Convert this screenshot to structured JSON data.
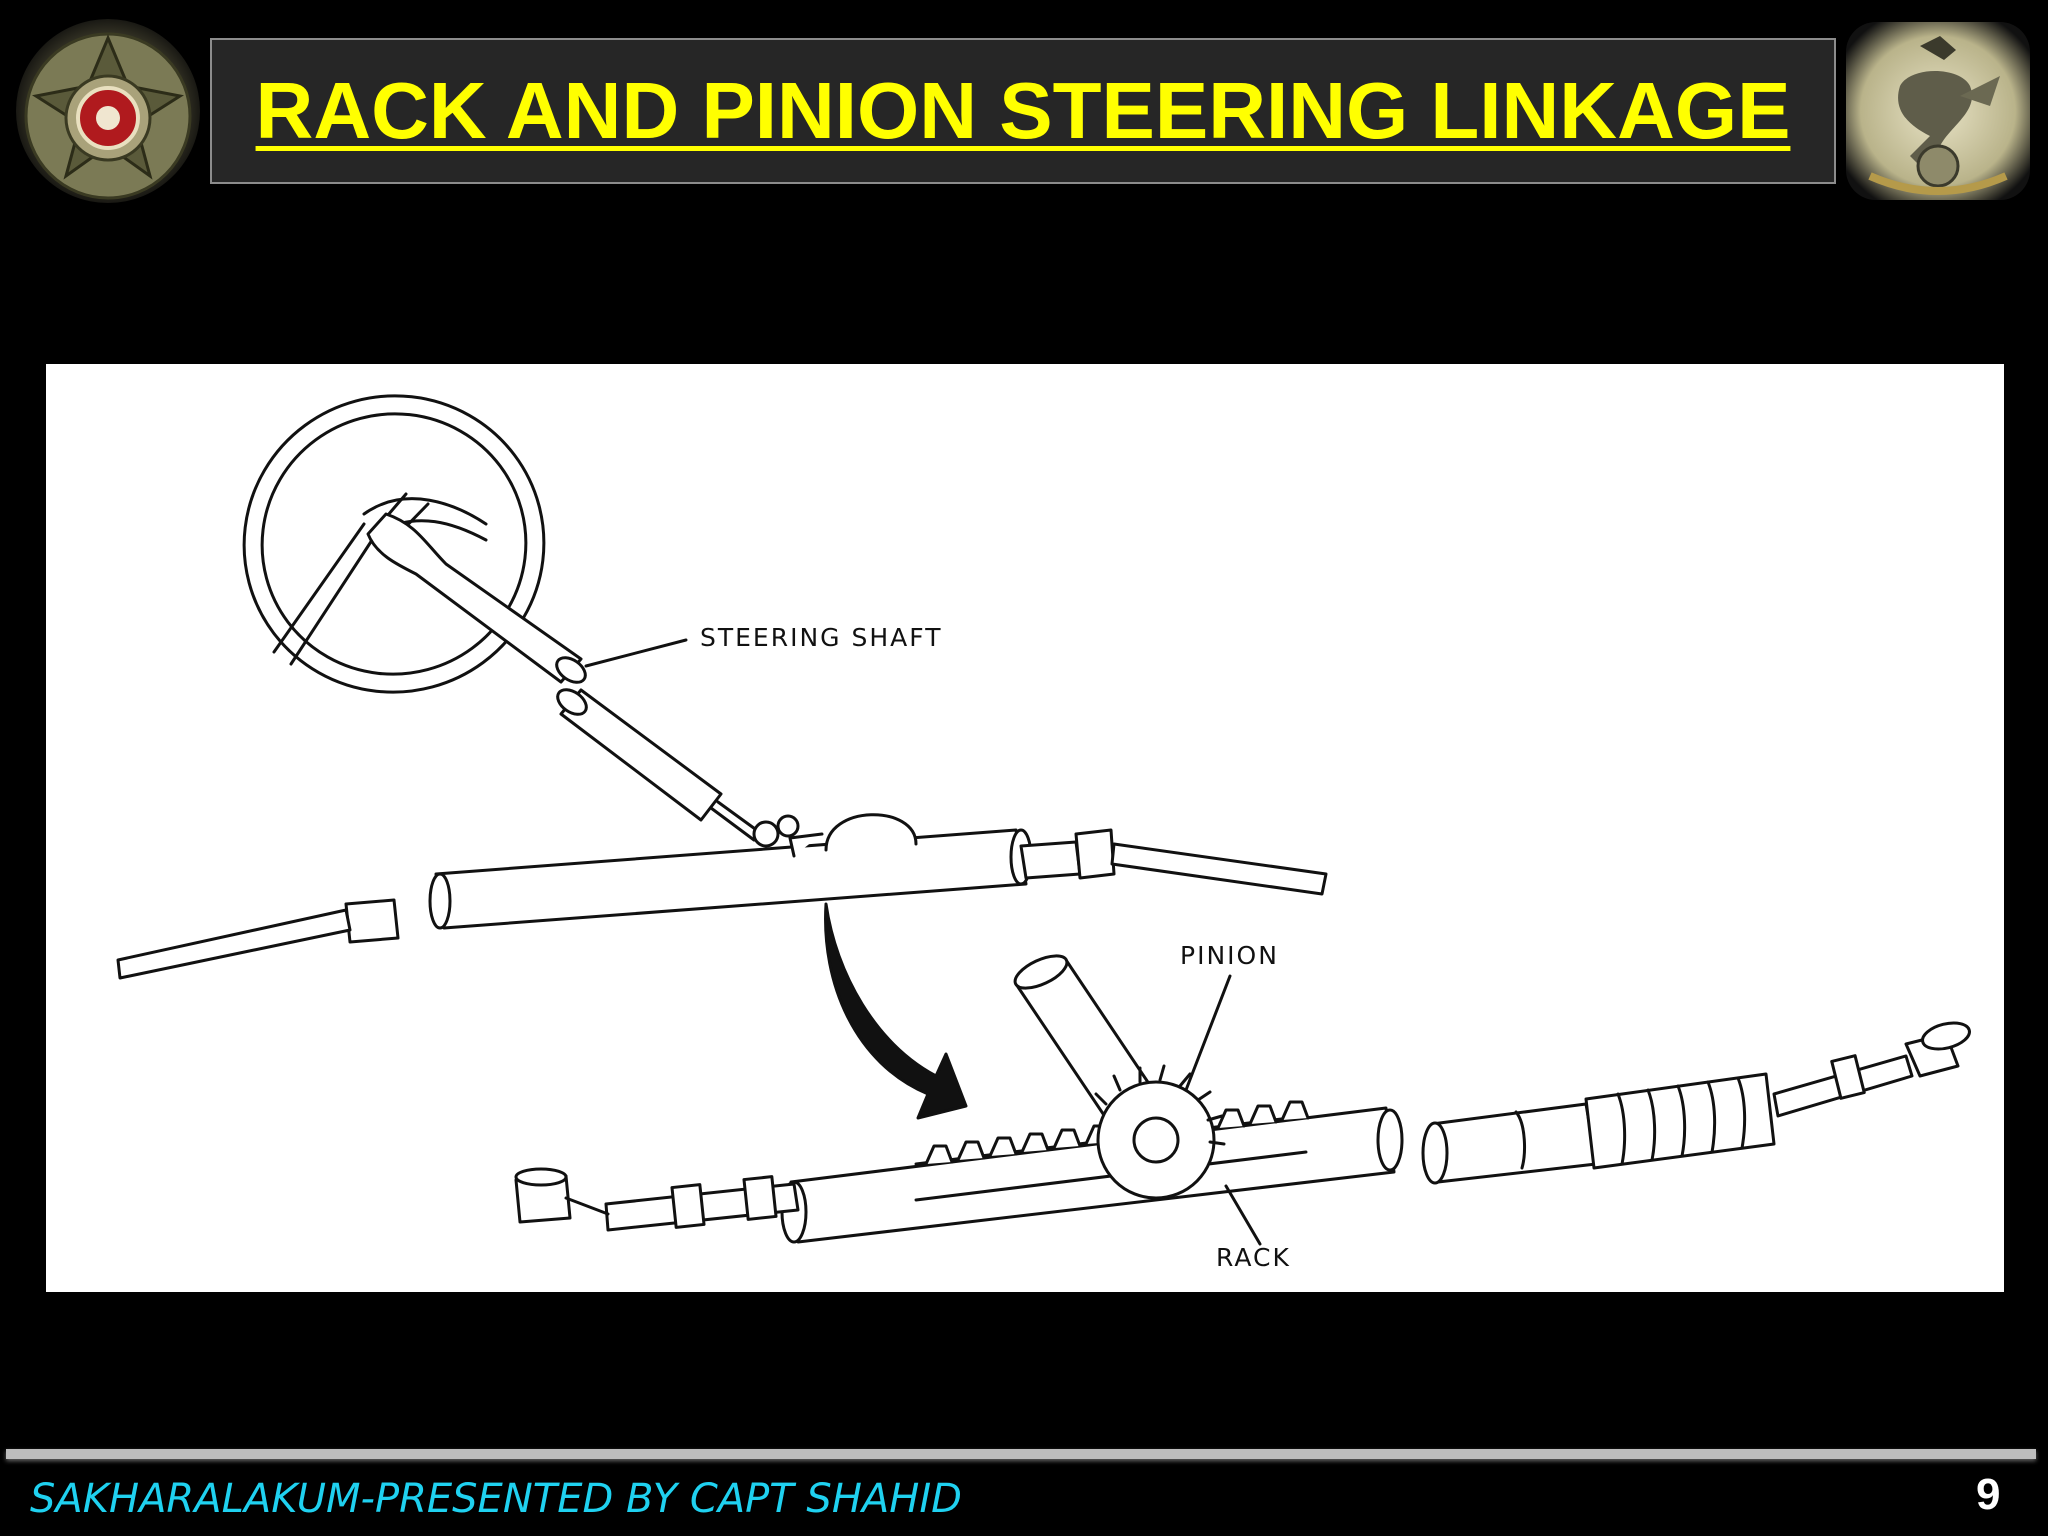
{
  "slide": {
    "title": "RACK AND PINION STEERING LINKAGE",
    "footer": "SAKHARALAKUM-PRESENTED BY CAPT SHAHID",
    "page_number": "9"
  },
  "figure": {
    "labels": {
      "steering_shaft": "STEERING SHAFT",
      "pinion": "PINION",
      "rack": "RACK"
    }
  },
  "logos": {
    "left": "emblem-insignia",
    "right": "horse-crest-insignia"
  },
  "colors": {
    "background": "#000000",
    "title_text": "#ffff00",
    "title_box": "#262626",
    "footer_text": "#1fd1f0",
    "page_number": "#ffffff"
  }
}
